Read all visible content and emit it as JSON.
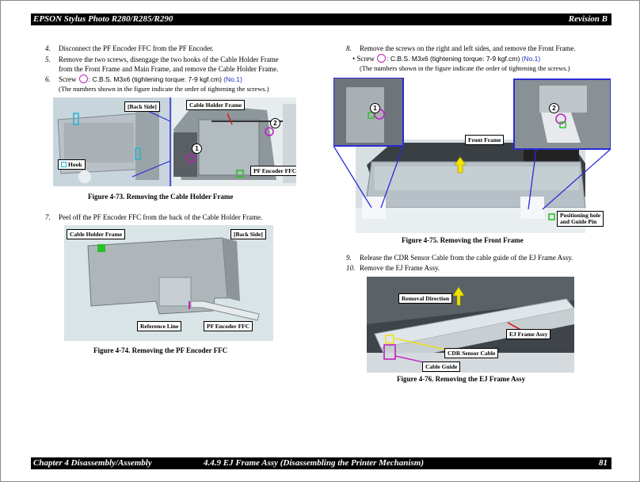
{
  "header": {
    "title": "EPSON Stylus Photo R280/R285/R290",
    "revision": "Revision B"
  },
  "left_steps": {
    "s4": {
      "num": "4.",
      "text": "Disconnect the PF Encoder FFC from the PF Encoder."
    },
    "s5": {
      "num": "5.",
      "line1": "Remove the two screws, disengage the two hooks of the Cable Holder Frame",
      "line2": "from the Front Frame and Main Frame, and remove the Cable Holder Frame."
    },
    "s6": {
      "num": "6.",
      "screw_prefix": "Screw",
      "screw_spec": ": C.B.S. M3x6 (tightening torque: 7-9 kgf.cm)",
      "screw_ref": "(No.1)"
    },
    "s6_note": "(The numbers shown in the figure indicate the order of tightening the screws.)",
    "s7": {
      "num": "7.",
      "text": "Peel off the PF Encoder FFC from the back of the Cable Holder Frame."
    }
  },
  "right_steps": {
    "s8": {
      "num": "8.",
      "text": "Remove the screws on the right and left sides, and remove the Front Frame."
    },
    "s8_screw": {
      "bullet": "•",
      "prefix": "Screw",
      "spec": ": C.B.S. M3x6 (tightening torque: 7-9 kgf.cm)",
      "ref": "(No.1)"
    },
    "s8_note": "(The numbers shown in the figure indicate the order of tightening the screws.)",
    "s9": {
      "num": "9.",
      "text": "Release the CDR Sensor Cable from the cable guide of the EJ Frame Assy."
    },
    "s10": {
      "num": "10.",
      "text": "Remove the EJ Frame Assy."
    }
  },
  "fig73": {
    "caption": "Figure 4-73.  Removing the Cable Holder Frame",
    "back_side": "[Back Side]",
    "hook": "Hook",
    "cable_holder_frame": "Cable Holder Frame",
    "pf_encoder_ffc": "PF Encoder FFC",
    "n1": "1",
    "n2": "2"
  },
  "fig74": {
    "caption": "Figure 4-74.  Removing the PF Encoder FFC",
    "cable_holder_frame": "Cable Holder Frame",
    "back_side": "[Back Side]",
    "reference_line": "Reference Line",
    "pf_encoder_ffc": "PF Encoder FFC"
  },
  "fig75": {
    "caption": "Figure 4-75.  Removing the Front Frame",
    "front_frame": "Front Frame",
    "positioning_1": "Positioning hole",
    "positioning_2": "and Guide Pin",
    "n1": "1",
    "n2": "2"
  },
  "fig76": {
    "caption": "Figure 4-76.  Removing the EJ Frame Assy",
    "removal_direction": "Removal Direction",
    "ej_frame_assy": "EJ Frame Assy",
    "cdr_sensor_cable": "CDR Sensor Cable",
    "cable_guide": "Cable Guide"
  },
  "footer": {
    "chapter": "Chapter 4  Disassembly/Assembly",
    "section": "4.4.9 EJ Frame Assy (Disassembling the Printer Mechanism)",
    "page": "81"
  },
  "colors": {
    "magenta": "#c021c0",
    "cyan": "#1ab5d4",
    "green": "#28c028",
    "yellow": "#f2e200",
    "blue": "#2b2bd6",
    "red": "#e01818"
  }
}
